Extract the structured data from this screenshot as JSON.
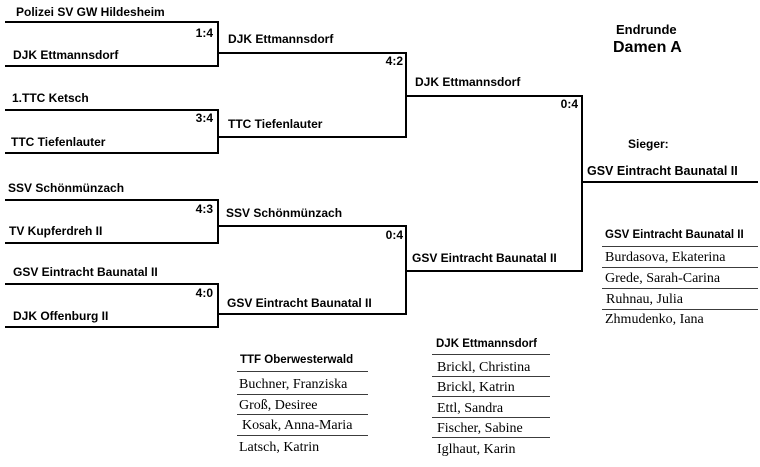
{
  "header": {
    "event": "Endrunde",
    "division": "Damen A"
  },
  "bracket": {
    "round1": [
      {
        "team1": "Polizei SV GW Hildesheim",
        "team2": "DJK Ettmannsdorf",
        "score": "1:4"
      },
      {
        "team1": "1.TTC Ketsch",
        "team2": "TTC Tiefenlauter",
        "score": "3:4"
      },
      {
        "team1": "SSV Schönmünzach",
        "team2": "TV Kupferdreh II",
        "score": "4:3"
      },
      {
        "team1": "GSV Eintracht Baunatal II",
        "team2": "DJK Offenburg II",
        "score": "4:0"
      }
    ],
    "semifinals": [
      {
        "team1": "DJK Ettmannsdorf",
        "team2": "TTC Tiefenlauter",
        "score": "4:2"
      },
      {
        "team1": "SSV Schönmünzach",
        "team2": "GSV Eintracht Baunatal II",
        "score": "0:4"
      }
    ],
    "final": {
      "team1": "DJK Ettmannsdorf",
      "team2": "GSV Eintracht Baunatal II",
      "score": "0:4"
    },
    "winner_label": "Sieger:",
    "winner": "GSV Eintracht Baunatal II"
  },
  "rosters": [
    {
      "team": "TTF Oberwesterwald",
      "players": [
        "Buchner, Franziska",
        "Groß, Desiree",
        "Kosak, Anna-Maria",
        "Latsch, Katrin"
      ]
    },
    {
      "team": "DJK Ettmannsdorf",
      "players": [
        "Brickl, Christina",
        "Brickl, Katrin",
        "Ettl, Sandra",
        "Fischer, Sabine",
        "Iglhaut, Karin"
      ]
    },
    {
      "team": "GSV Eintracht Baunatal II",
      "players": [
        "Burdasova, Ekaterina",
        "Grede, Sarah-Carina",
        "Ruhnau, Julia",
        "Zhmudenko, Iana"
      ]
    }
  ],
  "colors": {
    "line": "#000000",
    "separator": "#3c3c3c",
    "text": "#000000",
    "background": "#ffffff"
  }
}
